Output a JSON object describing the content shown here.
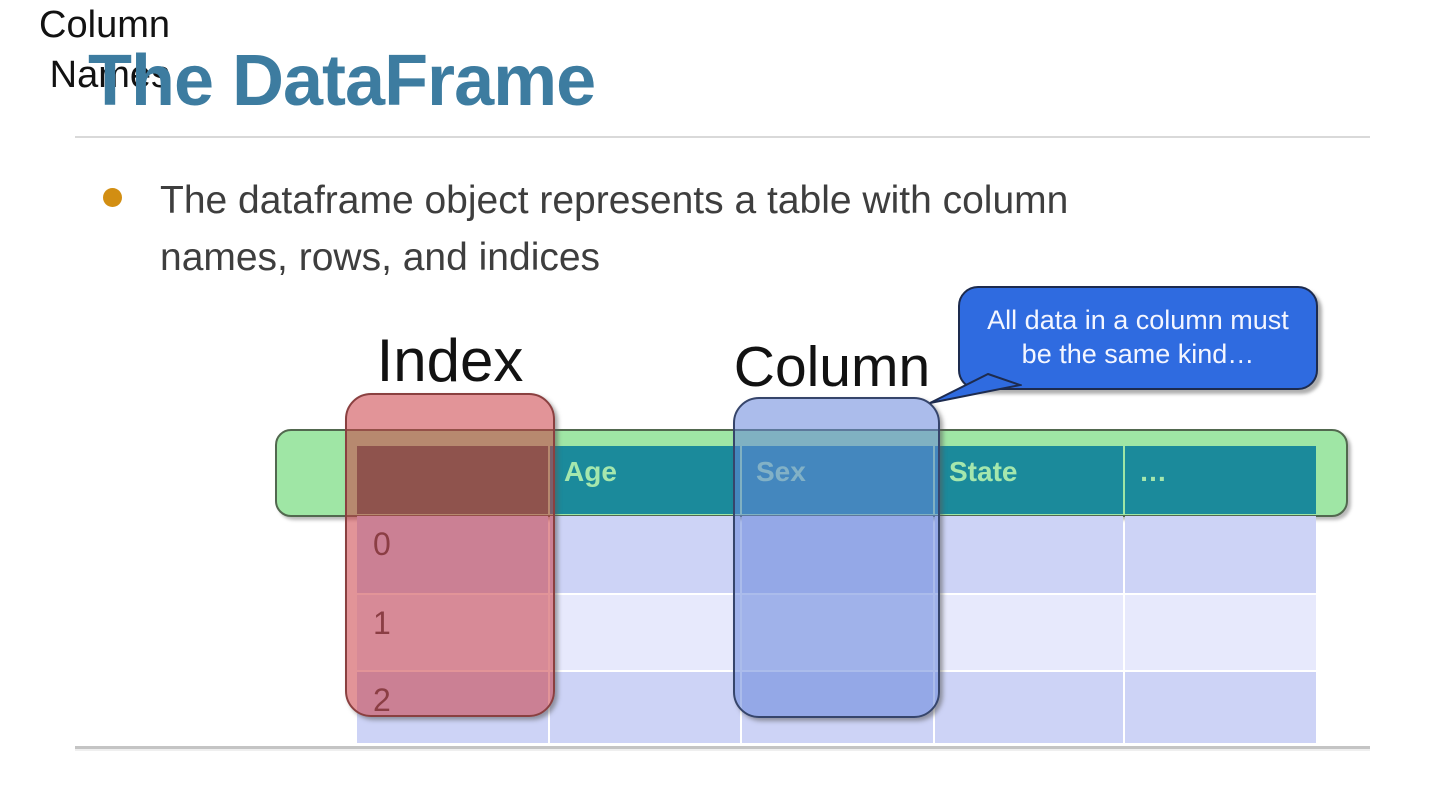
{
  "slide": {
    "title": "The DataFrame",
    "bullet": {
      "lines": [
        "The dataframe object represents a table with column",
        "names, rows, and indices"
      ]
    }
  },
  "diagram": {
    "index_label": "Index",
    "column_label": "Column",
    "column_names_label": {
      "lines": [
        "Column",
        "Names"
      ]
    },
    "callout": {
      "lines": [
        "All data in a column must",
        "be the same kind…"
      ]
    },
    "table": {
      "headers": [
        "",
        "Age",
        "Sex",
        "State",
        "…"
      ],
      "rows": [
        {
          "index": "0"
        },
        {
          "index": "1"
        },
        {
          "index": "2"
        }
      ]
    }
  },
  "colors": {
    "title_color": "#3D7CA0",
    "bullet_dot": "#D28E12",
    "header_teal": "#1B8A9B",
    "header_text_green": "#A5E7AD",
    "row_dark": "#CDD3F6",
    "row_light": "#E7E9FC",
    "green_overlay": "#9FE6A5",
    "red_overlay": "#CA3C44",
    "blue_overlay": "#6685DB",
    "callout_blue": "#2F6BE0"
  }
}
